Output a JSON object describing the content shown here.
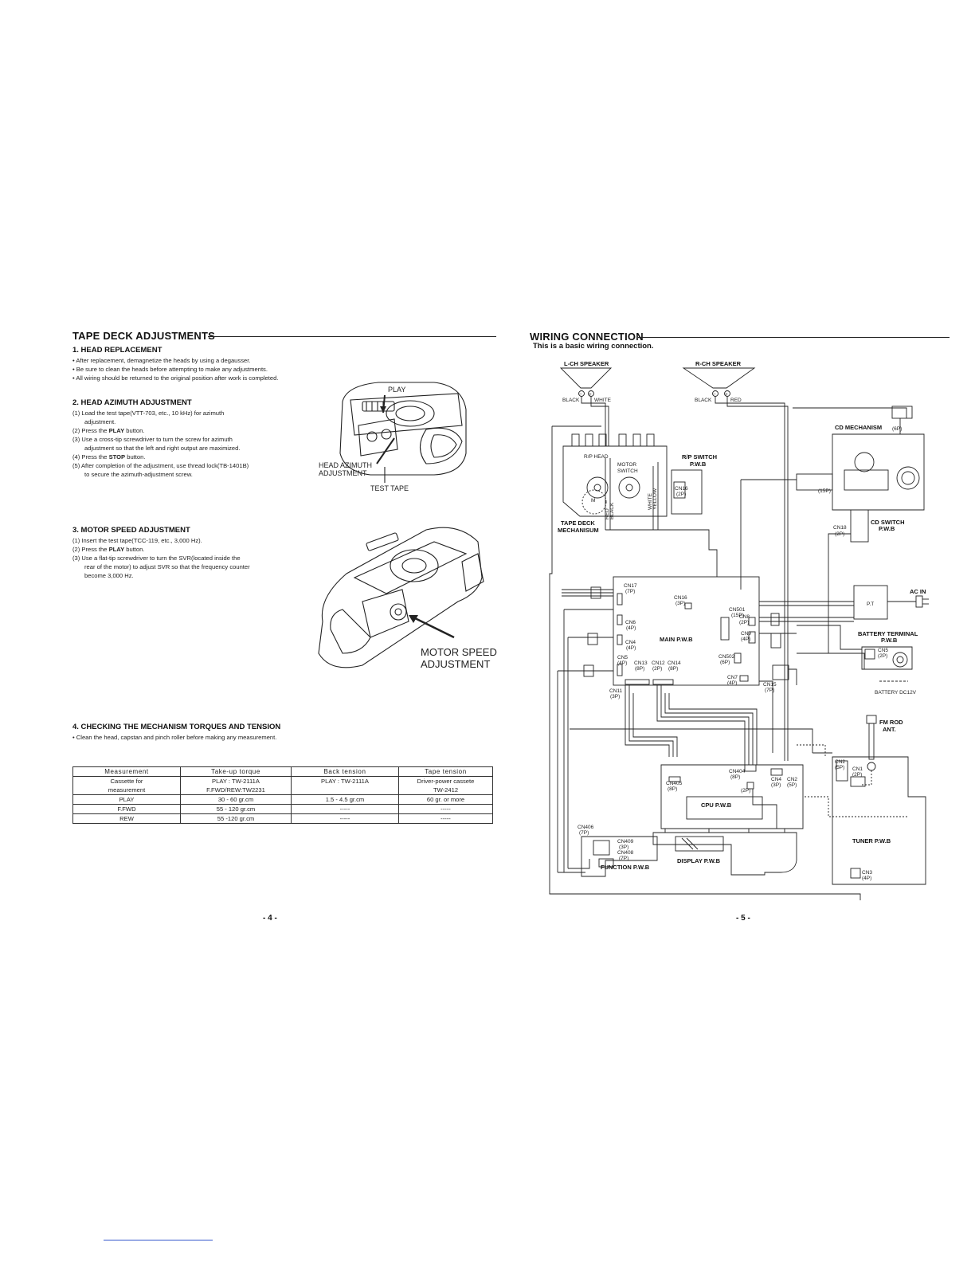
{
  "left": {
    "title": "TAPE DECK ADJUSTMENTS",
    "s1": {
      "heading": "1. HEAD REPLACEMENT",
      "bullets": [
        "• After replacement, demagnetize the heads by using a degausser.",
        "• Be sure to clean the heads before attempting to make any adjustments.",
        "• All wiring should be returned to the original position after work is completed."
      ]
    },
    "s2": {
      "heading": "2. HEAD AZIMUTH ADJUSTMENT",
      "steps": [
        "(1) Load the test tape(VTT-703, etc., 10 kHz) for azimuth",
        "adjustment.",
        "(2) Press the ",
        "PLAY",
        " button.",
        "(3) Use a cross-tip screwdriver to turn the screw for azimuth",
        "adjustment so that the left and right output are maximized.",
        "(4) Press the ",
        "STOP",
        " button.",
        "(5) After completion of the adjustment, use thread lock(TB-1401B)",
        "to secure the azimuth-adjustment screw."
      ],
      "fig_labels": [
        "PLAY",
        "HEAD AZIMUTH",
        "ADJUSTMENT",
        "TEST TAPE"
      ]
    },
    "s3": {
      "heading": "3. MOTOR SPEED ADJUSTMENT",
      "steps": [
        "(1) Insert the test tape(TCC-119, etc., 3,000 Hz).",
        "(2) Press the ",
        "PLAY",
        " button.",
        "(3) Use a flat-tip screwdriver to turn the SVR(located inside the",
        "rear of the motor) to adjust SVR so that the frequency counter",
        "become 3,000 Hz."
      ],
      "fig_labels": [
        "MOTOR SPEED",
        "ADJUSTMENT"
      ]
    },
    "s4": {
      "heading": "4. CHECKING THE MECHANISM TORQUES AND TENSION",
      "note": "• Clean the head, capstan and pinch roller before making any measurement."
    },
    "table": {
      "headers": [
        "Measurement",
        "Take-up  torque",
        "Back  tension",
        "Tape  tension"
      ],
      "rows": [
        [
          "Cassette for",
          "PLAY : TW-2111A",
          "PLAY : TW-2111A",
          "Driver-power cassete"
        ],
        [
          "measurement",
          "F.FWD/REW:TW2231",
          "",
          "TW-2412"
        ],
        [
          "PLAY",
          "30 - 60 gr.cm",
          "1.5 - 4.5 gr.cm",
          "60 gr. or more"
        ],
        [
          "F.FWD",
          "55 - 120  gr.cm",
          "-----",
          "-----"
        ],
        [
          "REW",
          "55 -120  gr.cm",
          "-----",
          "-----"
        ]
      ]
    },
    "page_num": "- 4 -"
  },
  "right": {
    "title": "WIRING CONNECTION",
    "subtitle": "This is a basic wiring connection.",
    "labels": {
      "lch": "L-CH SPEAKER",
      "rch": "R-CH SPEAKER",
      "black": "BLACK",
      "white": "WHITE",
      "red": "RED",
      "cd_mech": "CD MECHANISM",
      "six_p": "(6P)",
      "fifteen_p": "(15P)",
      "rp_head": "R/P HEAD",
      "motor": "MOTOR",
      "switch": "SWITCH",
      "rp_switch": "R/P SWITCH",
      "pwb": "P.W.B",
      "cn16": "CN16",
      "two_p": "(2P)",
      "yellow": "YELLOW",
      "red_v": "RED",
      "black_v": "BLACK",
      "white_v": "WHITE",
      "tape_deck": "TAPE DECK",
      "mechanism": "MECHANISUM",
      "cd_switch": "CD SWITCH",
      "cn18": "CN18",
      "cn17": "CN17",
      "seven_p": "(7P)",
      "cn16b": "CN16",
      "three_p": "(3P)",
      "cn6": "CN6",
      "four_p": "(4P)",
      "cn501": "CN501",
      "cn8": "CN8",
      "cn9": "CN9",
      "cn4": "CN4",
      "main_pwb": "MAIN P.W.B",
      "cn502": "CN502",
      "cn5": "CN5",
      "cn13": "CN13",
      "cn12": "CN12",
      "cn14": "CN14",
      "eight_p": "(8P)",
      "cn7": "CN7",
      "cn15": "CN15",
      "cn11": "CN11",
      "pt": "P.T",
      "ac_in": "AC IN",
      "battery_terminal": "BATTERY TERMINAL",
      "battery": "BATTERY DC12V",
      "fm_rod": "FM ROD",
      "ant": "ANT.",
      "cn404": "CN404",
      "cn405": "CN405",
      "cn2": "CN2",
      "cn1": "CN1",
      "five_p": "(5P)",
      "cpu_pwb": "CPU P.W.B",
      "tuner_pwb": "TUNER P.W.B",
      "cn406": "CN406",
      "cn409": "CN409",
      "cn408": "CN408",
      "function_pwb": "FUNCTION P.W.B",
      "display_pwb": "DISPLAY P.W.B",
      "cn3": "CN3",
      "m": "M",
      "plus": "+",
      "minus": "−"
    },
    "page_num": "- 5 -"
  }
}
